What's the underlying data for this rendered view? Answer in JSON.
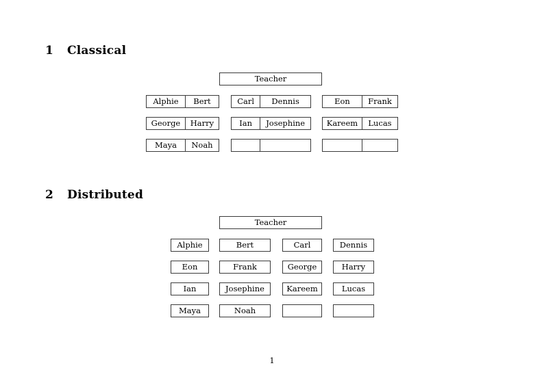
{
  "document": {
    "page_number": "1",
    "teacher_label": "Teacher"
  },
  "sections": [
    {
      "number": "1",
      "title": "Classical",
      "layout": "paired",
      "teacher": "Teacher",
      "groups": [
        {
          "row": 0,
          "col": 0,
          "cells": [
            "Alphie",
            "Bert"
          ]
        },
        {
          "row": 0,
          "col": 1,
          "cells": [
            "Carl",
            "Dennis"
          ]
        },
        {
          "row": 0,
          "col": 2,
          "cells": [
            "Eon",
            "Frank"
          ]
        },
        {
          "row": 1,
          "col": 0,
          "cells": [
            "George",
            "Harry"
          ]
        },
        {
          "row": 1,
          "col": 1,
          "cells": [
            "Ian",
            "Josephine"
          ]
        },
        {
          "row": 1,
          "col": 2,
          "cells": [
            "Kareem",
            "Lucas"
          ]
        },
        {
          "row": 2,
          "col": 0,
          "cells": [
            "Maya",
            "Noah"
          ]
        },
        {
          "row": 2,
          "col": 1,
          "cells": [
            "",
            ""
          ]
        },
        {
          "row": 2,
          "col": 2,
          "cells": [
            "",
            ""
          ]
        }
      ]
    },
    {
      "number": "2",
      "title": "Distributed",
      "layout": "individual",
      "teacher": "Teacher",
      "rows": [
        [
          "Alphie",
          "Bert",
          "Carl",
          "Dennis"
        ],
        [
          "Eon",
          "Frank",
          "George",
          "Harry"
        ],
        [
          "Ian",
          "Josephine",
          "Kareem",
          "Lucas"
        ],
        [
          "Maya",
          "Noah",
          "",
          ""
        ]
      ]
    }
  ]
}
